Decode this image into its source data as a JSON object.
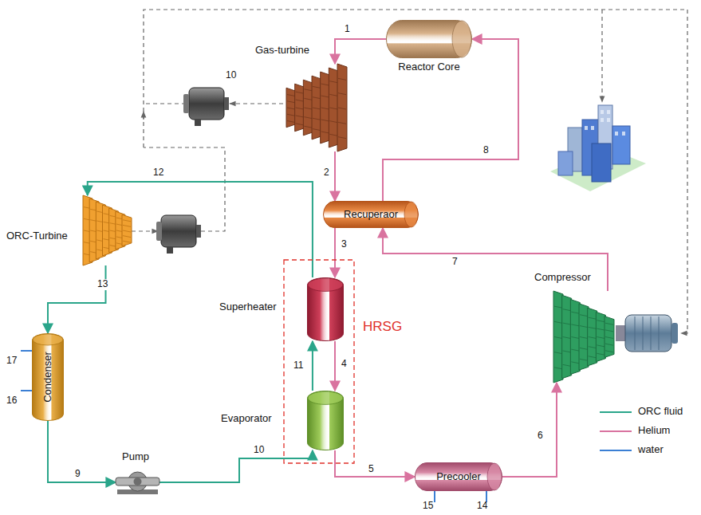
{
  "diagram": {
    "nodes": [
      {
        "text": [
          "Reactor Core"
        ]
      },
      {
        "text": [
          "Gas-turbine"
        ]
      },
      {
        "text": [
          "ORC-Turbine"
        ]
      },
      {
        "text": [
          "Recuperaor"
        ]
      },
      {
        "text": [
          "HRSG"
        ]
      },
      {
        "text": [
          "Superheater"
        ],
        "in": 4
      },
      {
        "text": [
          "Evaporator"
        ],
        "in": 4
      },
      {
        "text": [
          "Compressor"
        ]
      },
      {
        "text": [
          "Condenser"
        ]
      },
      {
        "text": [
          "Pump"
        ]
      },
      {
        "text": [
          "Precooler"
        ]
      }
    ],
    "edges": [
      {
        "from": 0,
        "to": 1,
        "label": "1",
        "arrow": "to"
      },
      {
        "from": 1,
        "to": 3,
        "label": "2",
        "arrow": "to"
      },
      {
        "from": 3,
        "to": 5,
        "label": "3",
        "arrow": "to"
      },
      {
        "from": 5,
        "to": 6,
        "label": "4",
        "arrow": "to"
      },
      {
        "from": 6,
        "to": 10,
        "label": "5",
        "arrow": "to"
      },
      {
        "from": 10,
        "to": 7,
        "label": "6",
        "arrow": "to"
      },
      {
        "from": 7,
        "to": 3,
        "label": "7",
        "arrow": "to"
      },
      {
        "from": 3,
        "to": 0,
        "label": "8",
        "arrow": "to"
      },
      {
        "from": 8,
        "to": 9,
        "label": "9",
        "arrow": "to"
      },
      {
        "from": 9,
        "to": 6,
        "label": "10",
        "arrow": "to"
      },
      {
        "from": 6,
        "to": 5,
        "label": "11",
        "arrow": "to"
      },
      {
        "from": 5,
        "to": 2,
        "label": "12",
        "arrow": "to"
      },
      {
        "from": 2,
        "to": 8,
        "label": "13",
        "arrow": "to"
      }
    ],
    "labels": [
      "10",
      "14",
      "15",
      "16",
      "17"
    ],
    "legend": [
      {
        "text": "ORC fluid"
      },
      {
        "text": "Helium"
      },
      {
        "text": "water"
      }
    ]
  }
}
